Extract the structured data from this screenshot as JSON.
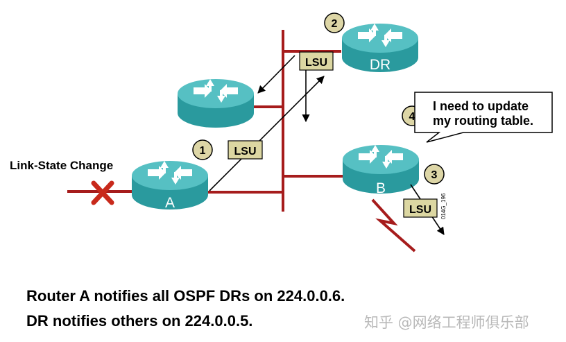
{
  "diagram": {
    "labels": {
      "link_state_change": "Link-State Change",
      "router_a": "A",
      "router_b": "B",
      "router_dr": "DR",
      "lsu": "LSU",
      "callout_line1": "I need to update",
      "callout_line2": "my routing table.",
      "figure_code": "014G_196"
    },
    "steps": [
      "1",
      "2",
      "3",
      "4"
    ],
    "colors": {
      "network": "#a61c1c",
      "router_body": "#2a9a9e",
      "router_top": "#56c0c3",
      "step_fill": "#ddd6a6",
      "lsu_fill": "#dcd7a2",
      "failure_mark": "#c8291b"
    },
    "icons": [
      "router-icon",
      "failure-x-icon",
      "serial-link-icon",
      "arrow-icon"
    ]
  },
  "captions": {
    "line1": "Router A notifies all OSPF DRs on 224.0.0.6.",
    "line2": "DR notifies others on 224.0.0.5."
  },
  "watermark": "知乎 @网络工程师俱乐部"
}
